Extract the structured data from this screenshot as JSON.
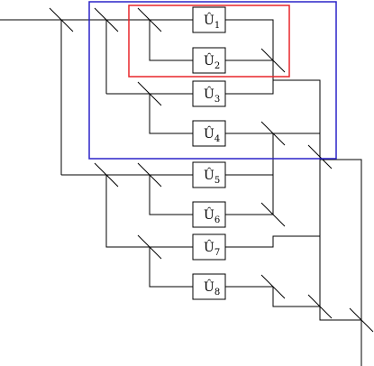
{
  "colors": {
    "red_group": "#e8262a",
    "blue_group": "#2b23c9"
  },
  "operators": [
    {
      "base": "Û",
      "sub": "1"
    },
    {
      "base": "Û",
      "sub": "2"
    },
    {
      "base": "Û",
      "sub": "3"
    },
    {
      "base": "Û",
      "sub": "4"
    },
    {
      "base": "Û",
      "sub": "5"
    },
    {
      "base": "Û",
      "sub": "6"
    },
    {
      "base": "Û",
      "sub": "7"
    },
    {
      "base": "Û",
      "sub": "8"
    }
  ]
}
